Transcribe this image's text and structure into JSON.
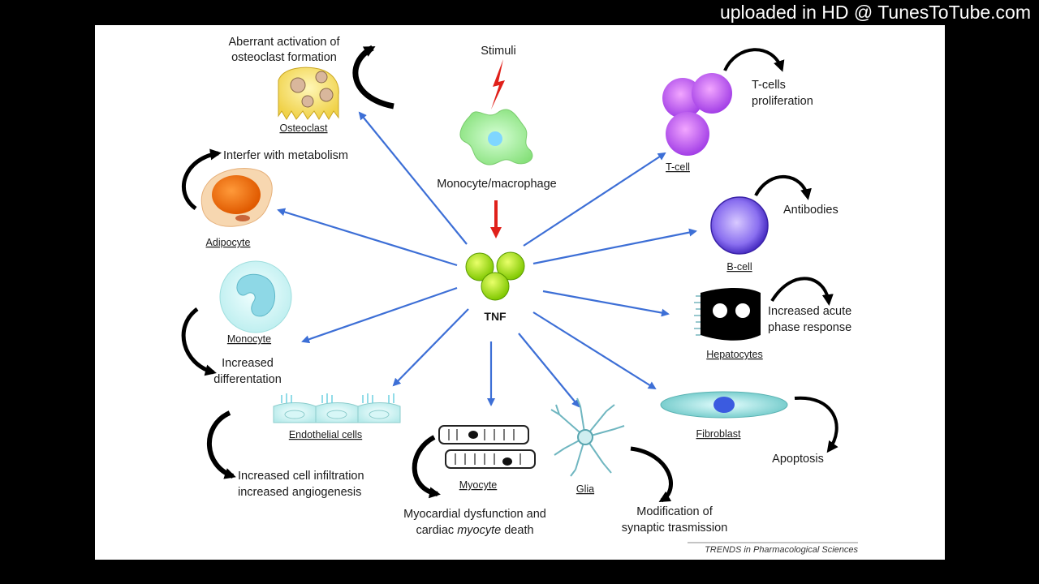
{
  "watermark": "uploaded in HD @ TunesToTube.com",
  "diagram": {
    "stimuli": "Stimuli",
    "source_cell": "Monocyte/macrophage",
    "center": "TNF",
    "credit": "TRENDS in Pharmacological Sciences",
    "targets": {
      "osteoclast": {
        "cell": "Osteoclast",
        "effect_lines": [
          "Aberrant activation of",
          "osteoclast formation"
        ]
      },
      "adipocyte": {
        "cell": "Adipocyte",
        "effect_lines": [
          "Interfer with metabolism"
        ]
      },
      "monocyte": {
        "cell": "Monocyte",
        "effect_lines": [
          "Increased",
          "differentation"
        ]
      },
      "endothelial": {
        "cell": "Endothelial cells",
        "effect_lines": [
          "Increased cell infiltration",
          "increased angiogenesis"
        ]
      },
      "myocyte": {
        "cell": "Myocyte",
        "effect_line1": "Myocardial dysfunction and",
        "effect_line2_prefix": "cardiac ",
        "effect_line2_italic": "myocyte",
        "effect_line2_suffix": " death"
      },
      "glia": {
        "cell": "Glia",
        "effect_lines": [
          "Modification of",
          "synaptic trasmission"
        ]
      },
      "fibroblast": {
        "cell": "Fibroblast",
        "effect_lines": [
          "Apoptosis"
        ]
      },
      "hepatocytes": {
        "cell": "Hepatocytes",
        "effect_lines": [
          "Increased acute",
          "phase response"
        ]
      },
      "bcell": {
        "cell": "B-cell",
        "effect_lines": [
          "Antibodies"
        ]
      },
      "tcell": {
        "cell": "T-cell",
        "effect_lines": [
          "T-cells",
          "proliferation"
        ]
      }
    }
  }
}
